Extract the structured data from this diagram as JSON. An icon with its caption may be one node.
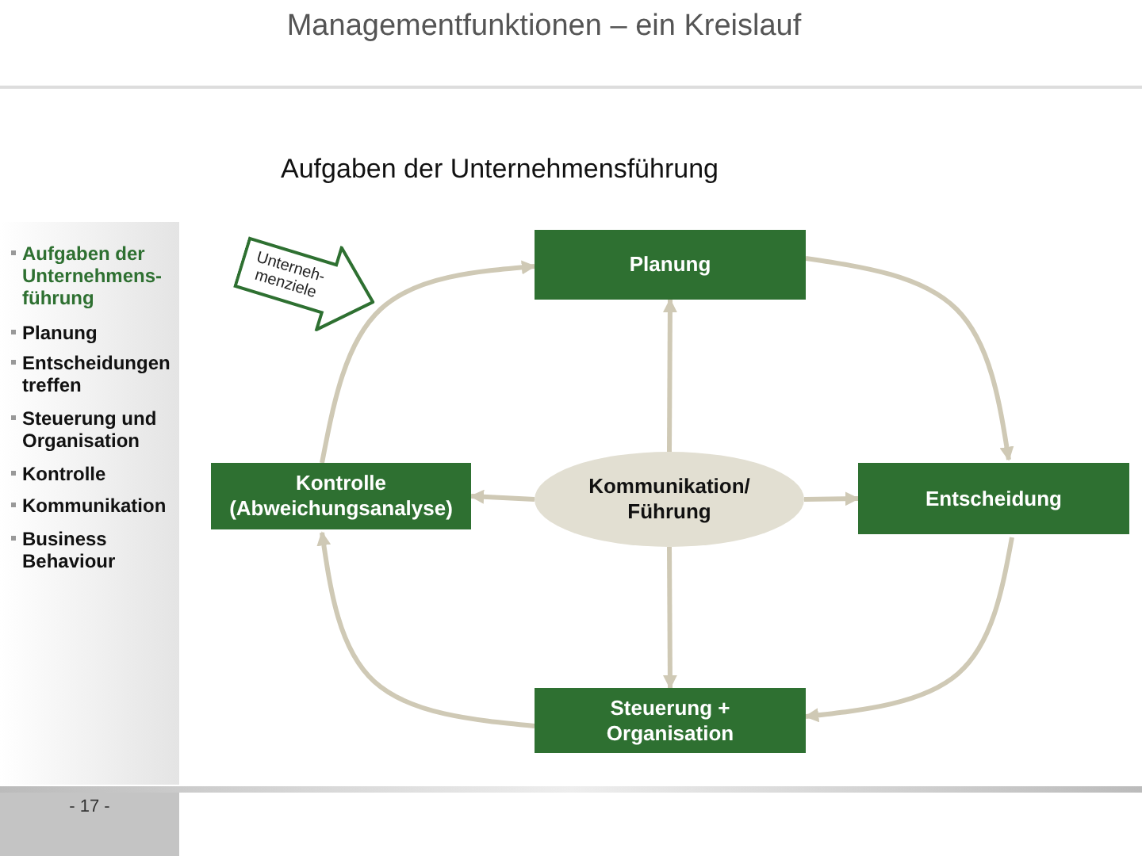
{
  "diagram": {
    "title": "Managementfunktionen – ein Kreislauf",
    "nodes": [
      {
        "text": [
          "Unterneh- menziele"
        ]
      },
      {
        "text": [
          "Planung"
        ]
      },
      {
        "text": [
          "Kontrolle (Abweichungsanalyse)"
        ]
      },
      {
        "text": [
          "Kommunikation/ Führung"
        ]
      },
      {
        "text": [
          "Entscheidung"
        ]
      },
      {
        "text": [
          "Steuerung + Organisation"
        ]
      }
    ],
    "edges": [
      {
        "from": 2,
        "to": 1,
        "arrow": "to"
      },
      {
        "from": 1,
        "to": 4,
        "arrow": "to"
      },
      {
        "from": 4,
        "to": 5,
        "arrow": "to"
      },
      {
        "from": 5,
        "to": 2,
        "arrow": "to"
      },
      {
        "from": 3,
        "to": 1,
        "arrow": "to"
      },
      {
        "from": 3,
        "to": 2,
        "arrow": "to"
      },
      {
        "from": 3,
        "to": 4,
        "arrow": "to"
      },
      {
        "from": 3,
        "to": 5,
        "arrow": "to"
      }
    ],
    "labels": [
      "Aufgaben der Unternehmensführung",
      "Aufgaben der Unternehmens- führung",
      "Planung",
      "Entscheidungen treffen",
      "Steuerung und Organisation",
      "Kontrolle",
      "Kommunikation",
      "Business Behaviour",
      "- 17 -"
    ]
  }
}
